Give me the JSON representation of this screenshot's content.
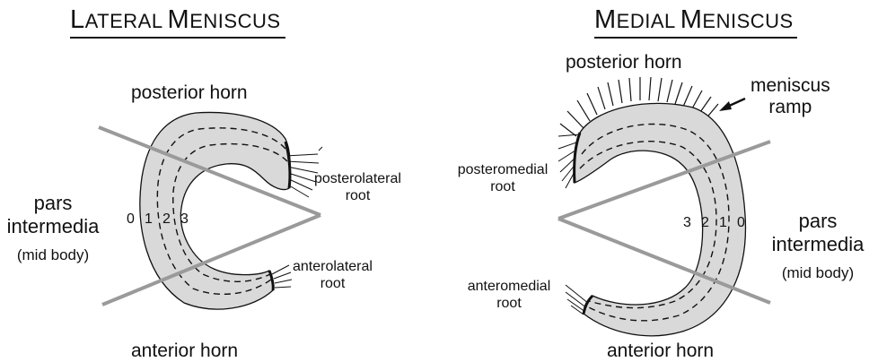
{
  "lateral": {
    "title_first_big": "L",
    "title_first_rest": "ATERAL",
    "title_second_big": "M",
    "title_second_rest": "ENISCUS",
    "posterior_horn": "posterior horn",
    "anterior_horn": "anterior horn",
    "pars_line1": "pars",
    "pars_line2": "intermedia",
    "pars_line3": "(mid body)",
    "posterior_root_line1": "posterolateral",
    "posterior_root_line2": "root",
    "anterior_root_line1": "anterolateral",
    "anterior_root_line2": "root",
    "zones": [
      "0",
      "1",
      "2",
      "3"
    ]
  },
  "medial": {
    "title_first_big": "M",
    "title_first_rest": "EDIAL",
    "title_second_big": "M",
    "title_second_rest": "ENISCUS",
    "posterior_horn": "posterior horn",
    "anterior_horn": "anterior horn",
    "pars_line1": "pars",
    "pars_line2": "intermedia",
    "pars_line3": "(mid body)",
    "posterior_root_line1": "posteromedial",
    "posterior_root_line2": "root",
    "anterior_root_line1": "anteromedial",
    "anterior_root_line2": "root",
    "ramp_line1": "meniscus",
    "ramp_line2": "ramp",
    "zones": [
      "3",
      "2",
      "1",
      "0"
    ]
  },
  "colors": {
    "meniscus_fill": "#d9d9d9",
    "outline": "#111111",
    "divider_lines": "#9a9a9a"
  }
}
